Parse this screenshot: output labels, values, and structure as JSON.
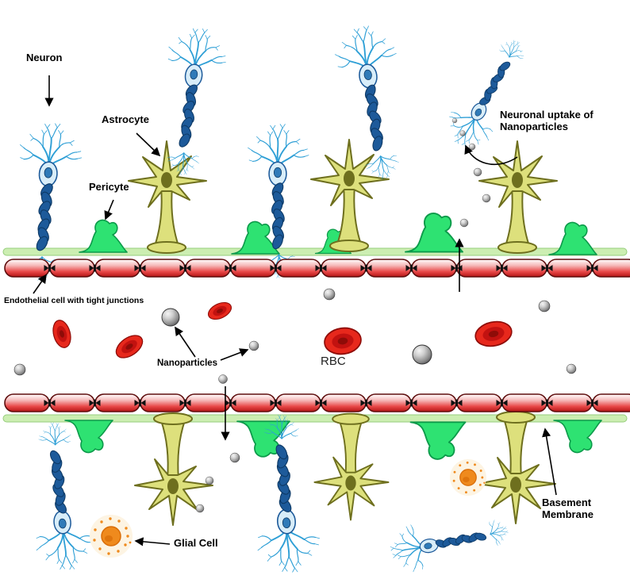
{
  "labels": {
    "neuron": "Neuron",
    "astrocyte": "Astrocyte",
    "pericyte": "Pericyte",
    "endothelial": "Endothelial cell with tight junctions",
    "nanoparticles": "Nanoparticles",
    "rbc": "RBC",
    "uptake_line1": "Neuronal uptake of",
    "uptake_line2": "Nanoparticles",
    "glial": "Glial Cell",
    "basement_line1": "Basement",
    "basement_line2": "Membrane"
  },
  "colors": {
    "background": "#ffffff",
    "neuron_branch": "#2e9fd6",
    "neuron_dark": "#1d5a9a",
    "neuron_outline": "#0e3a66",
    "neuron_soma": "#d8edf9",
    "neuron_nucleus": "#2f7ab8",
    "astrocyte": "#dde07c",
    "astrocyte_outline": "#6e6f1e",
    "pericyte": "#2ee272",
    "pericyte_outline": "#0c9a4a",
    "membrane": "#cceeb2",
    "membrane_edge": "#96cd7c",
    "endothelial": "#e84040",
    "endothelial_outline": "#5e0d0d",
    "tight_junction": "#111111",
    "rbc": "#e7281c",
    "rbc_mid": "#c21210",
    "rbc_dark": "#8e0c08",
    "nanoparticle": "#8f9093",
    "glial": "#ef8a1d",
    "glial_outline": "#d96d08",
    "glial_halo": "#fdf4e3"
  }
}
